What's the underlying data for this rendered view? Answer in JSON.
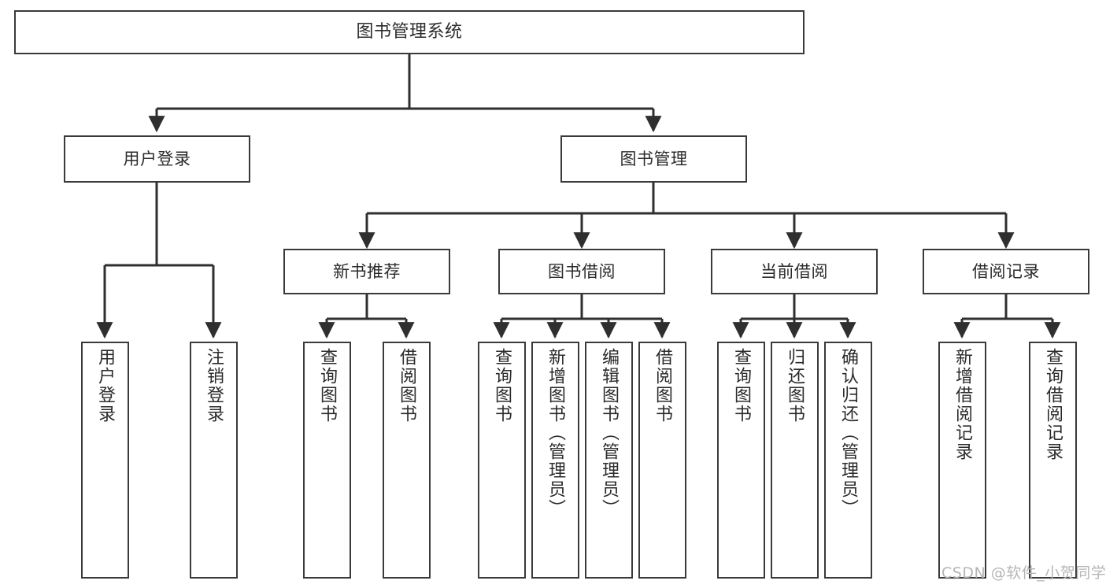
{
  "diagram": {
    "type": "tree-hierarchy-flowchart",
    "title": "图书管理系统",
    "colors": {
      "box_border": "#3a3a3a",
      "box_fill": "#ffffff",
      "edge": "#2f2f2f",
      "text": "#2b2b2b",
      "watermark": "#b5b5b5",
      "background": "#ffffff"
    },
    "levels": [
      {
        "level": 1,
        "nodes": [
          {
            "id": "root",
            "label": "图书管理系统",
            "orientation": "horizontal"
          }
        ]
      },
      {
        "level": 2,
        "nodes": [
          {
            "id": "l2-1",
            "label": "用户登录",
            "orientation": "horizontal",
            "parent": "root"
          },
          {
            "id": "l2-2",
            "label": "图书管理",
            "orientation": "horizontal",
            "parent": "root"
          }
        ]
      },
      {
        "level": 3,
        "nodes": [
          {
            "id": "l3-1",
            "label": "新书推荐",
            "orientation": "horizontal",
            "parent": "l2-2"
          },
          {
            "id": "l3-2",
            "label": "图书借阅",
            "orientation": "horizontal",
            "parent": "l2-2"
          },
          {
            "id": "l3-3",
            "label": "当前借阅",
            "orientation": "horizontal",
            "parent": "l2-2"
          },
          {
            "id": "l3-4",
            "label": "借阅记录",
            "orientation": "horizontal",
            "parent": "l2-2"
          }
        ]
      },
      {
        "level": 4,
        "nodes": [
          {
            "id": "l4-1",
            "label": "用户登录",
            "orientation": "vertical",
            "parent": "l2-1"
          },
          {
            "id": "l4-2",
            "label": "注销登录",
            "orientation": "vertical",
            "parent": "l2-1"
          },
          {
            "id": "l4-3",
            "label": "查询图书",
            "orientation": "vertical",
            "parent": "l3-1"
          },
          {
            "id": "l4-4",
            "label": "借阅图书",
            "orientation": "vertical",
            "parent": "l3-1"
          },
          {
            "id": "l4-5",
            "label": "查询图书",
            "orientation": "vertical",
            "parent": "l3-2"
          },
          {
            "id": "l4-6",
            "label": "新增图书（管理员）",
            "orientation": "vertical",
            "parent": "l3-2"
          },
          {
            "id": "l4-7",
            "label": "编辑图书（管理员）",
            "orientation": "vertical",
            "parent": "l3-2"
          },
          {
            "id": "l4-8",
            "label": "借阅图书",
            "orientation": "vertical",
            "parent": "l3-2"
          },
          {
            "id": "l4-9",
            "label": "查询图书",
            "orientation": "vertical",
            "parent": "l3-3"
          },
          {
            "id": "l4-10",
            "label": "归还图书",
            "orientation": "vertical",
            "parent": "l3-3"
          },
          {
            "id": "l4-11",
            "label": "确认归还（管理员）",
            "orientation": "vertical",
            "parent": "l3-3"
          },
          {
            "id": "l4-12",
            "label": "新增借阅记录",
            "orientation": "vertical",
            "parent": "l3-4"
          },
          {
            "id": "l4-13",
            "label": "查询借阅记录",
            "orientation": "vertical",
            "parent": "l3-4"
          }
        ]
      }
    ]
  },
  "watermark": {
    "text": "CSDN @软件_小贺同学"
  }
}
